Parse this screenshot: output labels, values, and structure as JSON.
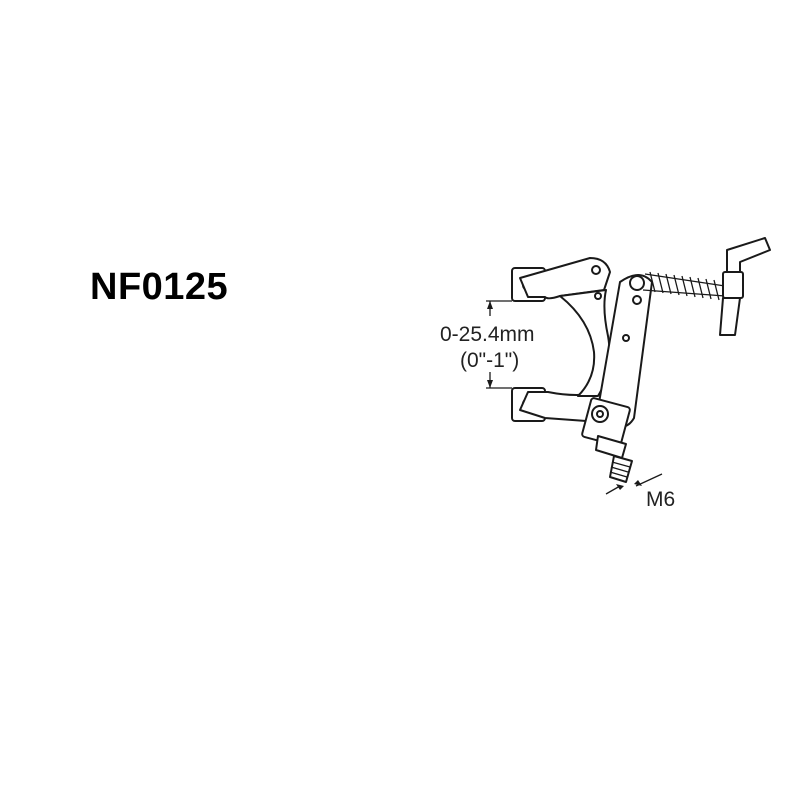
{
  "product": {
    "model": "NF0125"
  },
  "dimensions": {
    "opening_metric": "0-25.4mm",
    "opening_imperial": "(0\"-1\")",
    "thread": "M6"
  },
  "icons": {
    "drawing": "toggle-clamp-drawing"
  },
  "colors": {
    "line": "#1a1a1a",
    "background": "#ffffff"
  }
}
